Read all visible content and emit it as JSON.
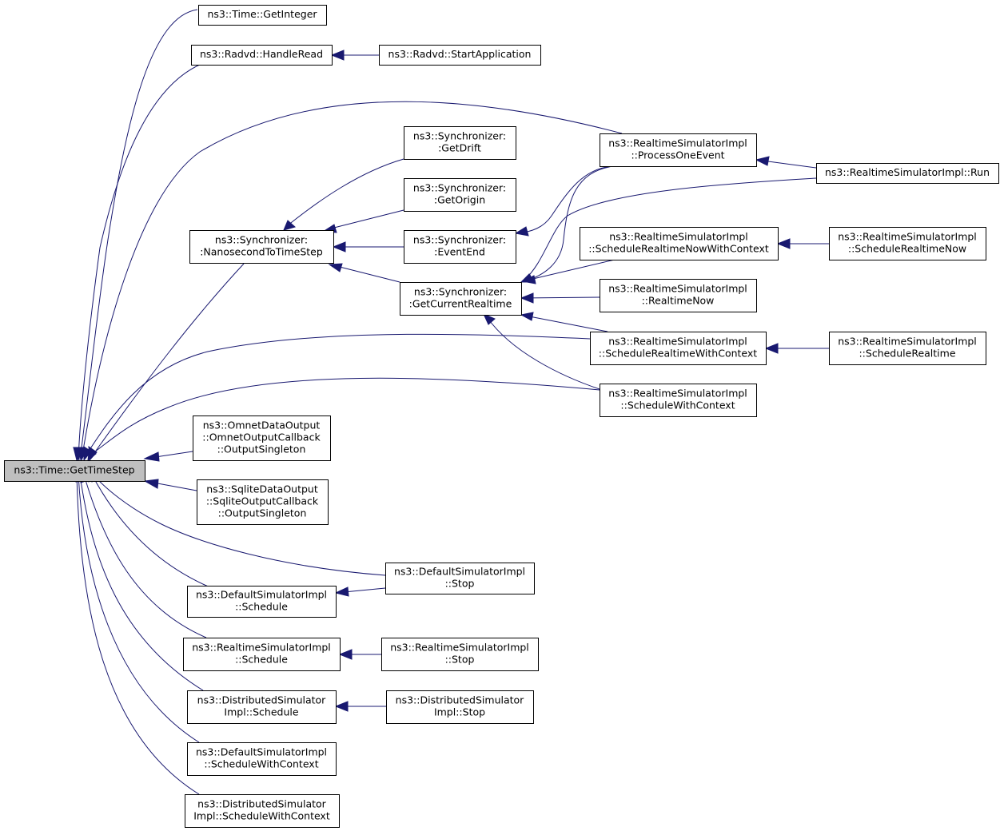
{
  "colors": {
    "edge": "#191970",
    "root_fill": "#bfbfbf",
    "node_fill": "#ffffff",
    "border": "#000000"
  },
  "nodes": {
    "gettimestep": [
      "ns3::Time::GetTimeStep"
    ],
    "getinteger": [
      "ns3::Time::GetInteger"
    ],
    "handleread": [
      "ns3::Radvd::HandleRead"
    ],
    "startapp": [
      "ns3::Radvd::StartApplication"
    ],
    "nanosecond": [
      "ns3::Synchronizer:",
      ":NanosecondToTimeStep"
    ],
    "getdrift": [
      "ns3::Synchronizer:",
      ":GetDrift"
    ],
    "getorigin": [
      "ns3::Synchronizer:",
      ":GetOrigin"
    ],
    "eventend": [
      "ns3::Synchronizer:",
      ":EventEnd"
    ],
    "getcurrentrealtime": [
      "ns3::Synchronizer:",
      ":GetCurrentRealtime"
    ],
    "processoneevent": [
      "ns3::RealtimeSimulatorImpl",
      "::ProcessOneEvent"
    ],
    "run": [
      "ns3::RealtimeSimulatorImpl::Run"
    ],
    "schedrtnowctx": [
      "ns3::RealtimeSimulatorImpl",
      "::ScheduleRealtimeNowWithContext"
    ],
    "schedrtnow": [
      "ns3::RealtimeSimulatorImpl",
      "::ScheduleRealtimeNow"
    ],
    "realtimenow": [
      "ns3::RealtimeSimulatorImpl",
      "::RealtimeNow"
    ],
    "schedrtctx": [
      "ns3::RealtimeSimulatorImpl",
      "::ScheduleRealtimeWithContext"
    ],
    "schedrt": [
      "ns3::RealtimeSimulatorImpl",
      "::ScheduleRealtime"
    ],
    "rtschedctx": [
      "ns3::RealtimeSimulatorImpl",
      "::ScheduleWithContext"
    ],
    "omnet": [
      "ns3::OmnetDataOutput",
      "::OmnetOutputCallback",
      "::OutputSingleton"
    ],
    "sqlite": [
      "ns3::SqliteDataOutput",
      "::SqliteOutputCallback",
      "::OutputSingleton"
    ],
    "defstop": [
      "ns3::DefaultSimulatorImpl",
      "::Stop"
    ],
    "defsched": [
      "ns3::DefaultSimulatorImpl",
      "::Schedule"
    ],
    "rtsched": [
      "ns3::RealtimeSimulatorImpl",
      "::Schedule"
    ],
    "rtstop": [
      "ns3::RealtimeSimulatorImpl",
      "::Stop"
    ],
    "distsched": [
      "ns3::DistributedSimulator",
      "Impl::Schedule"
    ],
    "diststop": [
      "ns3::DistributedSimulator",
      "Impl::Stop"
    ],
    "defschedctx": [
      "ns3::DefaultSimulatorImpl",
      "::ScheduleWithContext"
    ],
    "distschedctx": [
      "ns3::DistributedSimulator",
      "Impl::ScheduleWithContext"
    ]
  }
}
